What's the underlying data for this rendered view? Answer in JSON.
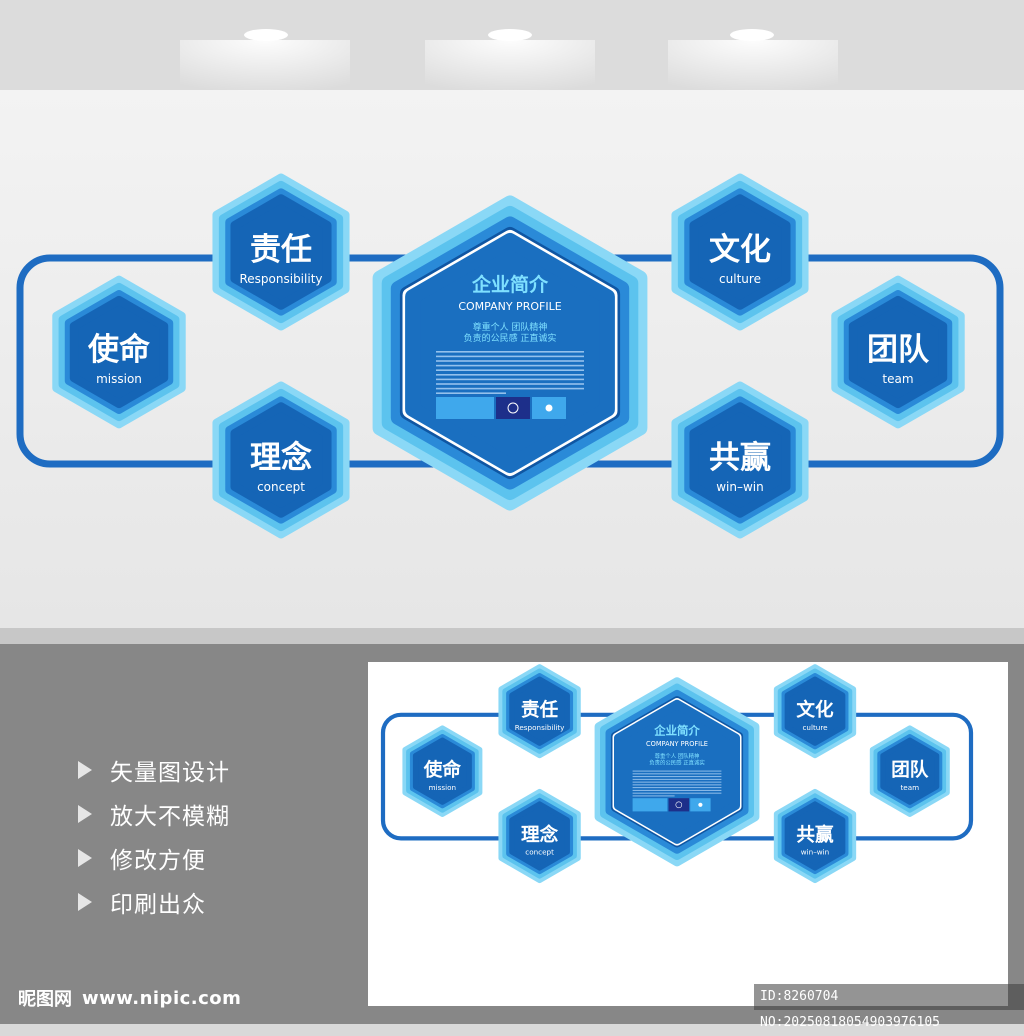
{
  "hero": {
    "center": {
      "title": "企业简介",
      "subtitle": "COMPANY PROFILE",
      "slogan_1": "尊重个人  团队精神",
      "slogan_2": "负责的公民感  正直诚实"
    },
    "hexes": [
      {
        "key": "mission",
        "cn": "使命",
        "en": "mission"
      },
      {
        "key": "responsibility",
        "cn": "责任",
        "en": "Responsibility"
      },
      {
        "key": "concept",
        "cn": "理念",
        "en": "concept"
      },
      {
        "key": "culture",
        "cn": "文化",
        "en": "culture"
      },
      {
        "key": "winwin",
        "cn": "共赢",
        "en": "win–win"
      },
      {
        "key": "team",
        "cn": "团队",
        "en": "team"
      }
    ]
  },
  "features": [
    "矢量图设计",
    "放大不模糊",
    "修改方便",
    "印刷出众"
  ],
  "watermark": {
    "logo_text": "昵图网",
    "url": "www.nipic.com",
    "id": "ID:8260704 NO:20250818054903976105"
  },
  "colors": {
    "dark_blue": "#1565b6",
    "mid_blue": "#2a8ad8",
    "light_blue": "#5cc3ee",
    "pale_blue": "#8ad8f6",
    "frame_stroke": "#1e6cc2",
    "wall": "#ececec",
    "lower_band": "#878787"
  }
}
